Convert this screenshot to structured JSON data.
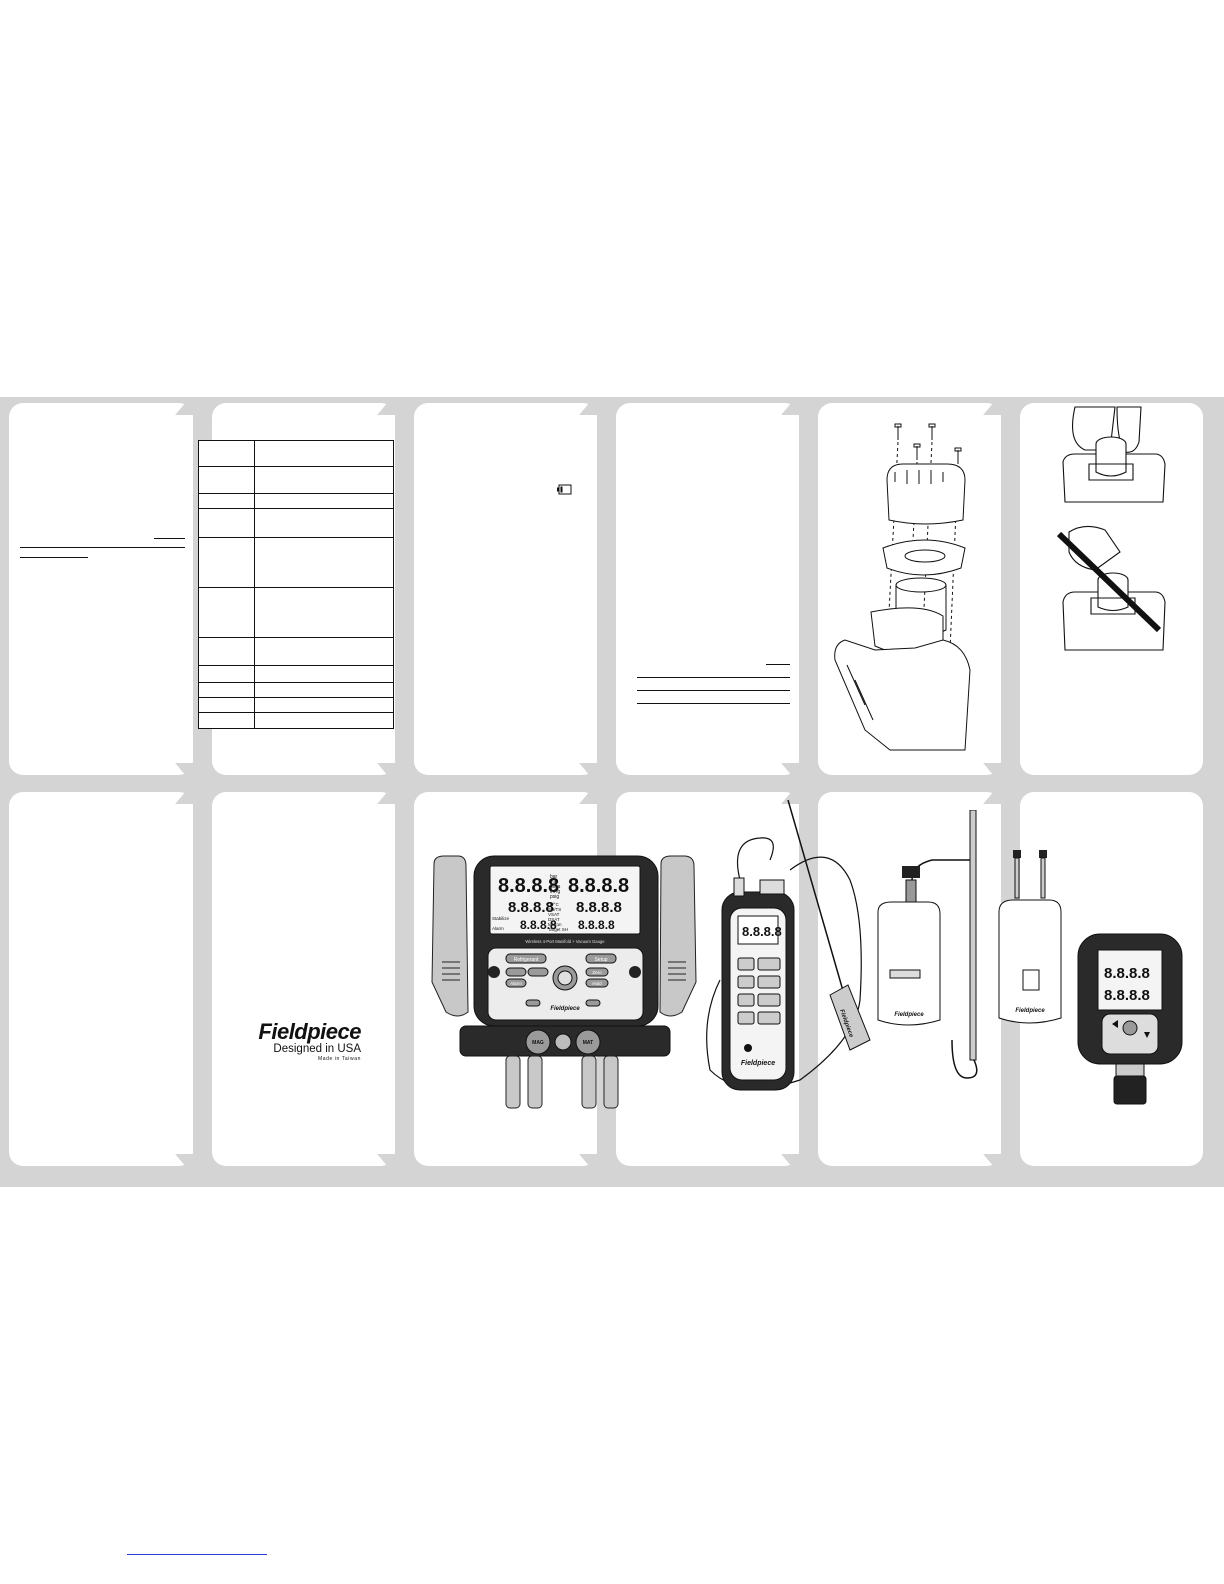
{
  "brand": {
    "logo": "Fieldpiece",
    "tagline": "Designed in USA",
    "made_in": "Made in Taiwan"
  },
  "battery_icon": "battery-low-icon",
  "spec_table_rows": 11,
  "devices": {
    "manifold": {
      "lcd_digits": "8.8.8.8",
      "title_band": "Wireless 4-Port Manifold + Vacuum Gauge",
      "unit_labels": [
        "bar",
        "Pa",
        "MPa",
        "inHg",
        "psig"
      ],
      "temp_labels": [
        "°F/°C",
        "SH/TS",
        "VSAT",
        "DSAT"
      ],
      "mode_labels": [
        "Stabilize",
        "Alarm",
        "Micron",
        "Target SH"
      ],
      "button_labels": [
        "Refrigerant",
        "Setup",
        "Zero",
        "Alarm",
        "Hold"
      ],
      "valve_left": "MAG",
      "valve_right": "MAT"
    },
    "probe": {
      "lcd_digits": "8.8.8.8",
      "brand": "Fieldpiece"
    },
    "vacuum_gauge": {
      "lcd_digits": "8.8.8.8"
    }
  }
}
